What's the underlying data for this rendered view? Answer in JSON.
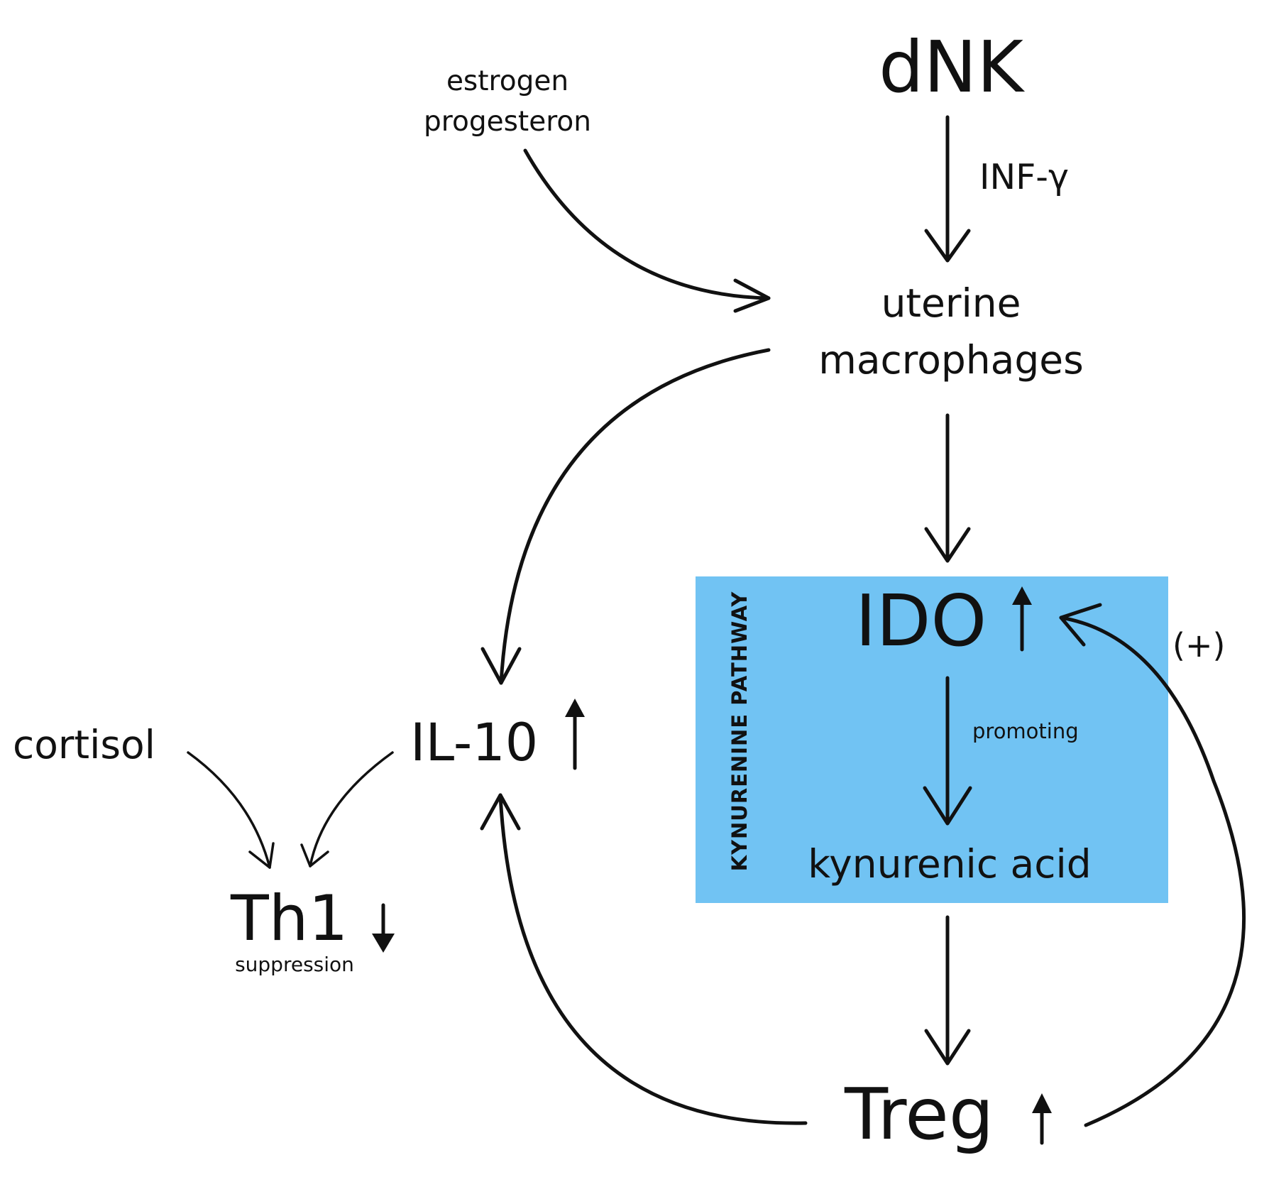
{
  "colors": {
    "pathway_box": "#71c3f3",
    "ink": "#111111",
    "background": "#ffffff"
  },
  "nodes": {
    "dnk": "dNK",
    "inf_gamma": "INF-γ",
    "hormones_line1": "estrogen",
    "hormones_line2": "progesteron",
    "macrophages_line1": "uterine",
    "macrophages_line2": "macrophages",
    "ido": "IDO",
    "promoting": "promoting",
    "kynurenic_acid": "kynurenic acid",
    "pathway_label": "KYNURENINE PATHWAY",
    "positive_feedback": "(+)",
    "il10": "IL-10",
    "cortisol": "cortisol",
    "th1": "Th1",
    "suppression": "suppression",
    "treg": "Treg"
  },
  "level_indicators": {
    "ido": "up",
    "il10": "up",
    "treg": "up",
    "th1": "down"
  },
  "edges": [
    {
      "from": "dNK",
      "to": "uterine macrophages",
      "label": "INF-γ"
    },
    {
      "from": "estrogen progesteron",
      "to": "uterine macrophages"
    },
    {
      "from": "uterine macrophages",
      "to": "IDO"
    },
    {
      "from": "uterine macrophages",
      "to": "IL-10"
    },
    {
      "from": "IDO",
      "to": "kynurenic acid",
      "label": "promoting"
    },
    {
      "from": "kynurenic acid",
      "to": "Treg"
    },
    {
      "from": "Treg",
      "to": "IDO",
      "label": "(+)"
    },
    {
      "from": "Treg",
      "to": "IL-10"
    },
    {
      "from": "IL-10",
      "to": "Th1"
    },
    {
      "from": "cortisol",
      "to": "Th1"
    }
  ]
}
